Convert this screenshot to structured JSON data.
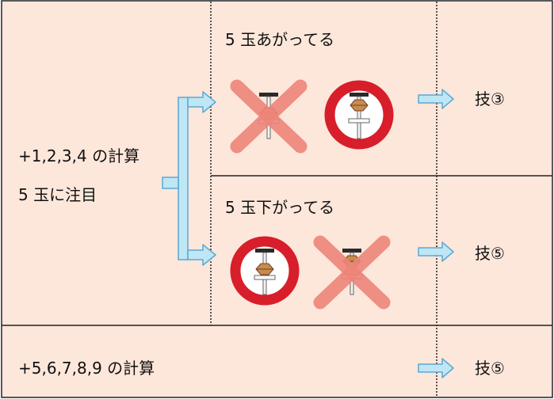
{
  "left_label": {
    "line1": "+1,2,3,4 の計算",
    "line2": "5 玉に注目"
  },
  "bottom_label": "+5,6,7,8,9 の計算",
  "upper_case": {
    "title": "5 玉あがってる",
    "result": "技③"
  },
  "lower_case": {
    "title": "5 玉下がってる",
    "result": "技⑤"
  },
  "bottom_result": "技⑤",
  "colors": {
    "cell_bg": "#fde7da",
    "arrow_fill": "#bfe6f5",
    "arrow_stroke": "#5aa9d6",
    "wrong_x": "#ee857a",
    "correct_circle": "#d81e2a"
  },
  "icons": [
    "bead-up-icon",
    "bead-down-icon",
    "cross-icon",
    "circle-icon",
    "right-arrow-icon"
  ]
}
